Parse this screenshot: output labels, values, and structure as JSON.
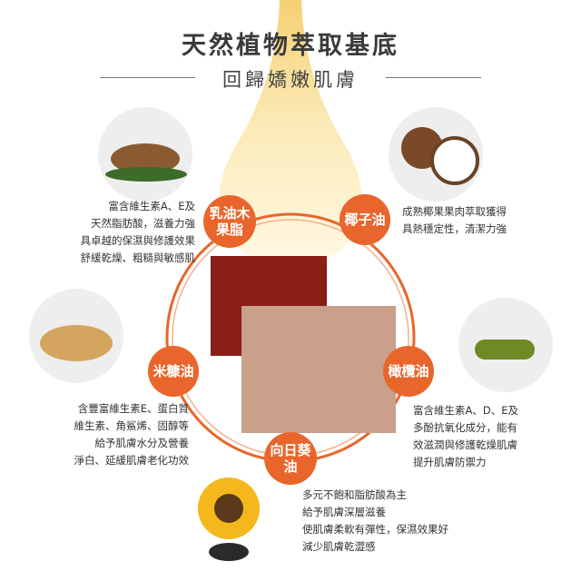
{
  "header": {
    "title": "天然植物萃取基底",
    "subtitle": "回歸嬌嫩肌膚"
  },
  "colors": {
    "accent": "#e8662c",
    "drop": "#f6d77a",
    "soap_dark": "#8a1e16",
    "soap_light": "#c9a08a"
  },
  "ingredients": [
    {
      "label": "乳油木\n果脂",
      "desc": [
        "富含維生素A、E及",
        "天然脂肪酸，滋養力強",
        "具卓越的保濕與修護效果",
        "舒緩乾燥、粗糙與敏感肌"
      ]
    },
    {
      "label": "椰子油",
      "desc": [
        "成熟椰果果肉萃取獲得",
        "具熱穩定性，清潔力強"
      ]
    },
    {
      "label": "米糠油",
      "desc": [
        "含豐富維生素E、蛋白質",
        "維生素、角鯊烯、固醇等",
        "給予肌膚水分及營養",
        "淨白、延緩肌膚老化功效"
      ]
    },
    {
      "label": "橄欖油",
      "desc": [
        "富含維生素A、D、E及",
        "多酚抗氧化成分，能有",
        "效滋潤與修護乾燥肌膚",
        "提升肌膚防禦力"
      ]
    },
    {
      "label": "向日葵\n油",
      "desc": [
        "多元不飽和脂肪酸為主",
        "給予肌膚深層滋養",
        "使肌膚柔軟有彈性，保濕效果好",
        "減少肌膚乾澀感"
      ]
    }
  ]
}
